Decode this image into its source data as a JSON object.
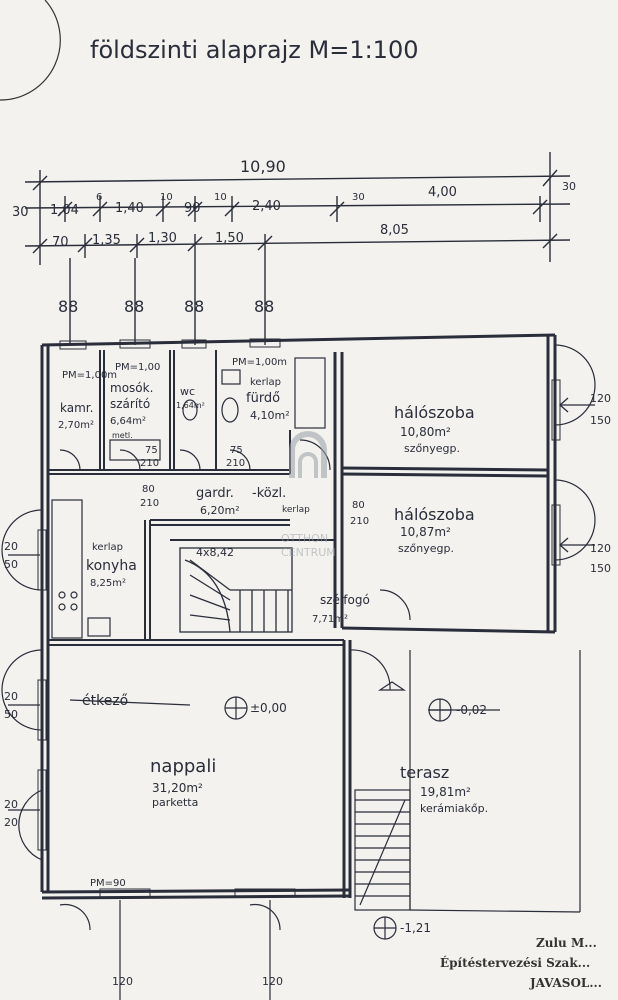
{
  "title": "földszinti alaprajz  M=1:100",
  "dimensions": {
    "overall": "10,90",
    "row1": [
      "30",
      "1,04",
      "6",
      "1,40",
      "10",
      "90",
      "10",
      "2,40",
      "30",
      "4,00",
      "30"
    ],
    "row2": [
      "70",
      "1,35",
      "1,30",
      "1,50",
      "8,05"
    ],
    "openings": [
      "88",
      "88",
      "88",
      "88"
    ],
    "side_right": [
      "120",
      "150",
      "120",
      "150"
    ],
    "side_left": [
      "20",
      "50",
      "20",
      "50",
      "20",
      "20"
    ],
    "bottom": [
      "120",
      "120"
    ]
  },
  "rooms": {
    "kamra": {
      "name": "kamr.",
      "area": "2,70m²"
    },
    "mosokonyha": {
      "name": "mosók.",
      "sub": "szárító",
      "area": "6,64m²",
      "note": "metl."
    },
    "wc": {
      "name": "wc",
      "area": "1,64m²"
    },
    "furdo": {
      "name": "fürdő",
      "area": "4,10m²",
      "note": "kerlap"
    },
    "halo1": {
      "name": "hálószoba",
      "area": "10,80m²",
      "floor": "szőnyegp."
    },
    "halo2": {
      "name": "hálószoba",
      "area": "10,87m²",
      "floor": "szőnyegp."
    },
    "gardrob": {
      "name": "gardr.",
      "sub": "-közl.",
      "area": "6,20m²",
      "note": "kerlap"
    },
    "konyha": {
      "name": "konyha",
      "area": "8,25m²",
      "note": "kerlap"
    },
    "szelfogo": {
      "name": "szélfogó",
      "area": "7,71m²"
    },
    "etkezo": {
      "name": "étkező"
    },
    "nappali": {
      "name": "nappali",
      "area": "31,20m²",
      "floor": "parketta"
    },
    "terasz": {
      "name": "terasz",
      "area": "19,81m²",
      "floor": "kerámiakőp."
    }
  },
  "annotations": {
    "parapet1": "PM=1,00m",
    "parapet2": "PM=1,00m",
    "parapet3": "PM=90",
    "parapet4": "PM=1,00",
    "door1": "75",
    "door1b": "210",
    "door2": "75",
    "door2b": "210",
    "door3": "80",
    "door3b": "210",
    "door4": "80",
    "door4b": "210",
    "stair": "4x8,42",
    "level_zero": "±0,00",
    "level_terrace": "-0,02",
    "level_bottom": "-1,21"
  },
  "stamp": {
    "line1": "Zulu M...",
    "line2": "Építéstervezési Szak...",
    "line3": "JAVASOL..."
  },
  "watermark": {
    "line1": "OTTHON",
    "line2": "CENTRUM"
  },
  "colors": {
    "ink": "#2a2d3a",
    "paper": "#f3f2ee",
    "watermark": "#9aa0a8"
  }
}
